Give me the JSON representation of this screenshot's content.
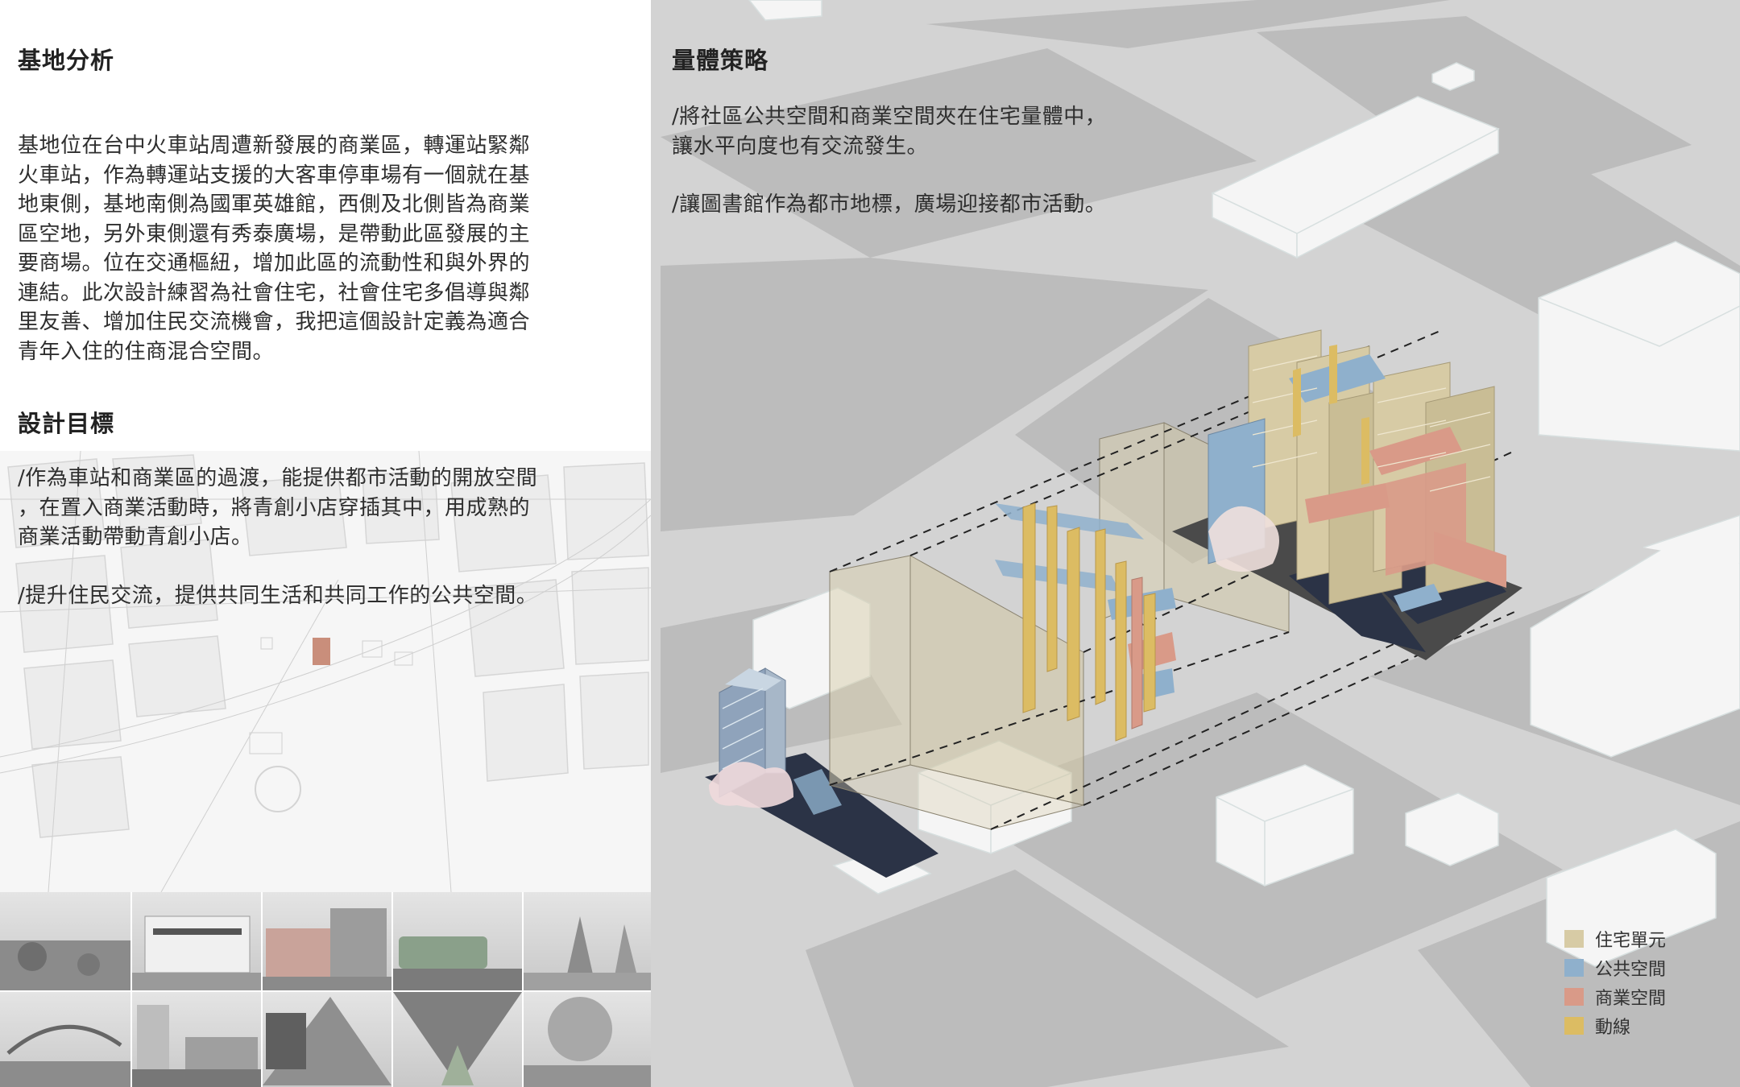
{
  "left": {
    "site_title": "基地分析",
    "site_lines": [
      "基地位在台中火車站周遭新發展的商業區，轉運站緊鄰",
      "火車站，作為轉運站支援的大客車停車場有一個就在基",
      "地東側，基地南側為國軍英雄館，西側及北側皆為商業",
      "區空地，另外東側還有秀泰廣場，是帶動此區發展的主",
      "要商場。位在交通樞紐，增加此區的流動性和與外界的",
      "連結。此次設計練習為社會住宅，社會住宅多倡導與鄰",
      "里友善、增加住民交流機會，我把這個設計定義為適合",
      "青年入住的住商混合空間。"
    ],
    "goal_title": "設計目標",
    "goal_lines": [
      "/作為車站和商業區的過渡，能提供都市活動的開放空間",
      "，在置入商業活動時，將青創小店穿插其中，用成熟的",
      "商業活動帶動青創小店。",
      "",
      "/提升住民交流，提供共同生活和共同工作的公共空間。"
    ]
  },
  "right": {
    "mass_title": "量體策略",
    "mass_lines": [
      "/將社區公共空間和商業空間夾在住宅量體中，",
      "讓水平向度也有交流發生。",
      "",
      "/讓圖書館作為都市地標，廣場迎接都市活動。"
    ]
  },
  "legend": [
    {
      "label": "住宅單元",
      "color": "#d7cba5"
    },
    {
      "label": "公共空間",
      "color": "#8fb0cc"
    },
    {
      "label": "商業空間",
      "color": "#d99a88"
    },
    {
      "label": "動線",
      "color": "#dcbc63"
    }
  ],
  "colors": {
    "residential": "#d7cba5",
    "public": "#8fb0cc",
    "commercial": "#d99a88",
    "circulation": "#dcbc63",
    "ground": "#2b3346",
    "street": "#d3d3d3",
    "block": "#bfbfbf",
    "building": "#f4f4f4"
  }
}
